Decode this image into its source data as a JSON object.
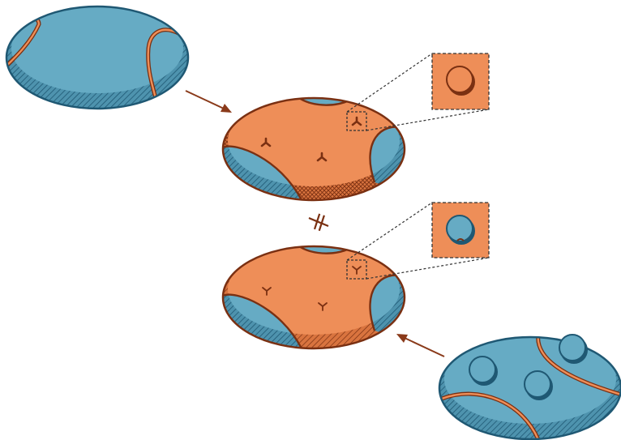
{
  "figure": {
    "colors": {
      "blue": "#66abc4",
      "orange": "#ee8e58",
      "outline_blue": "#1f5873",
      "outline_brown": "#7a3012",
      "arrow": "#8a3a1a",
      "dashed": "#333333"
    },
    "icons": [
      "arrow-icon",
      "not-equal-icon",
      "y-glyph-icon",
      "zoom-box-icon",
      "bead-icon"
    ],
    "zoom_insets": [
      {
        "name": "top",
        "bead_color": "orange"
      },
      {
        "name": "bottom",
        "bead_color": "blue"
      }
    ]
  }
}
